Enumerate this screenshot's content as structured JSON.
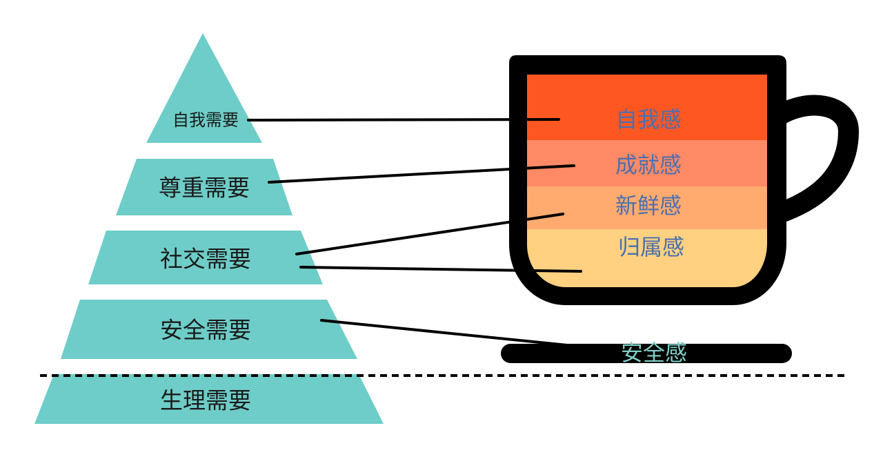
{
  "pyramid": {
    "levels": [
      {
        "id": "self",
        "label": "自我需要"
      },
      {
        "id": "esteem",
        "label": "尊重需要"
      },
      {
        "id": "social",
        "label": "社交需要"
      },
      {
        "id": "safety",
        "label": "安全需要"
      },
      {
        "id": "physio",
        "label": "生理需要"
      }
    ]
  },
  "cup": {
    "layers": [
      {
        "id": "self",
        "label": "自我感",
        "color": "#ff5722"
      },
      {
        "id": "achievement",
        "label": "成就感",
        "color": "#ff8a65"
      },
      {
        "id": "novelty",
        "label": "新鲜感",
        "color": "#ffab70"
      },
      {
        "id": "belonging",
        "label": "归属感",
        "color": "#ffd180"
      }
    ],
    "outline_color": "#000000"
  },
  "saucer": {
    "label": "安全感"
  },
  "colors": {
    "pyramid_fill": "#6ecdc8",
    "connector": "#000000",
    "divider": "#000000"
  }
}
